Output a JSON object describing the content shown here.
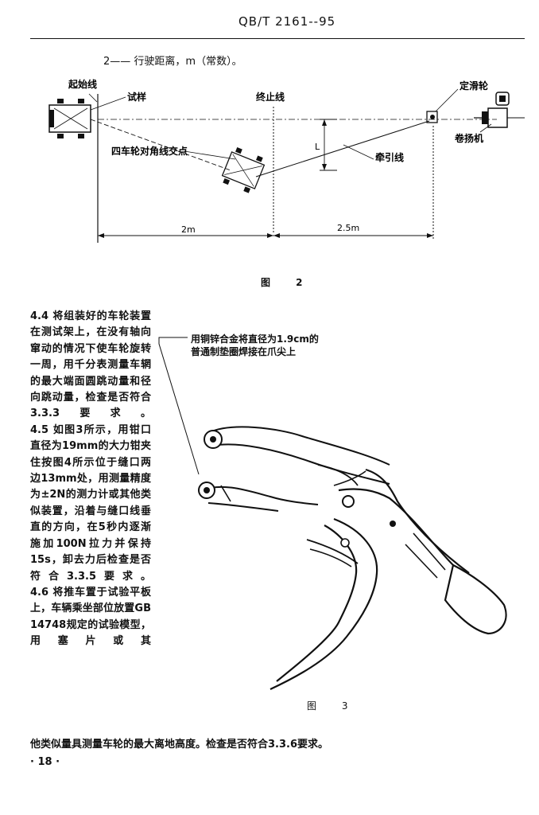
{
  "header": {
    "code": "QB/T 2161--95"
  },
  "legend": {
    "text": "2—— 行驶距离，m（常数）。"
  },
  "figure2": {
    "labels": {
      "start_line": "起始线",
      "sample": "试样",
      "end_line": "终止线",
      "fixed_pulley": "定滑轮",
      "winch": "卷扬机",
      "diagonal_intersection": "四车轮对角线交点",
      "traction_line": "牵引线",
      "dim_left": "2m",
      "dim_right": "2.5m",
      "l_mark": "L"
    },
    "caption": "图 2"
  },
  "figure3": {
    "note_line1": "用铜锌合金将直径为1.9cm的",
    "note_line2": "普通制垫圈焊接在爪尖上",
    "caption": "图 3"
  },
  "body": {
    "p44": "4.4 将组装好的车轮装置在测试架上，在没有轴向窜动的情况下使车轮旋转一周，用千分表测量车辋的最大端面圆跳动量和径向跳动量，检查是否符合3.3.3要求。",
    "p45": "4.5 如图3所示，用钳口直径为19mm的大力钳夹住按图4所示位于缝口两边13mm处，用测量精度为±2N的测力计或其他类似装置，沿着与缝口线垂直的方向，在5秒内逐渐施加100N拉力并保持15s，卸去力后检查是否符合3.3.5要求。",
    "p46": "4.6 将推车置于试验平板上，车辆乘坐部位放置GB 14748规定的试验模型，用塞片或其",
    "p46_cont": "他类似量具测量车轮的最大离地高度。检查是否符合3.3.6要求。"
  },
  "page": {
    "number": "· 18 ·"
  }
}
